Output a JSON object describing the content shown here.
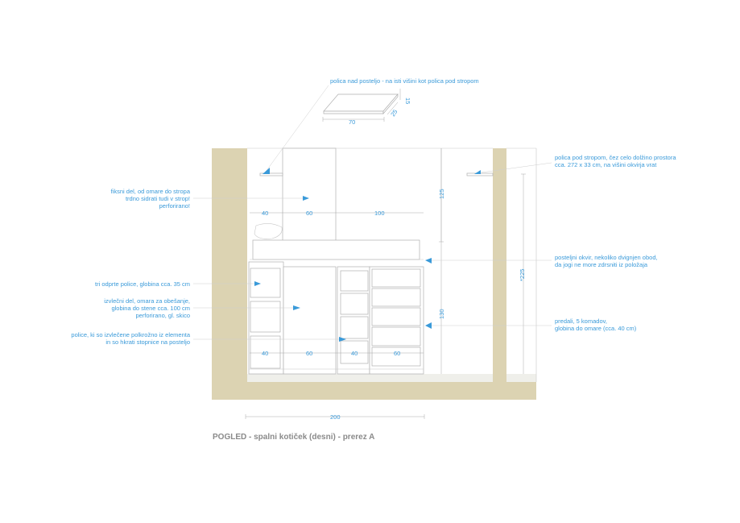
{
  "caption": "POGLED - spalni kotiček (desni) - prerez A",
  "notes": {
    "shelf_above_bed": "polica nad posteljo - na isti višini kot polica pod stropom",
    "fixed_part_1": "fiksni del, od omare do stropa",
    "fixed_part_2": "trdno sidrati tudi v strop!",
    "fixed_part_3": "perforirano!",
    "ceiling_shelf_1": "polica pod stropom, čez celo dolžino prostora",
    "ceiling_shelf_2": "cca. 272 x 33 cm, na višini okvirja vrat",
    "bed_frame_1": "posteljni okvir, nekoliko dvignjen obod,",
    "bed_frame_2": "da jogi ne more zdrsniti iz položaja",
    "open_shelves": "tri odprte police, globina cca. 35 cm",
    "pullout_1": "izvlečni del, omara za obešanje,",
    "pullout_2": "globina do stene cca. 100 cm",
    "pullout_3": "perforirano, gl. skico",
    "stairs_1": "police, ki so izvlečene polkrožno iz elementa",
    "stairs_2": "in so hkrati stopnice na posteljo",
    "drawers_1": "predali, 5 komadov,",
    "drawers_2": "globina do omare (cca. 40 cm)"
  },
  "dimensions": {
    "shelf_width": "70",
    "shelf_height": "15",
    "shelf_depth": "25",
    "upper_left": "40",
    "upper_mid": "60",
    "upper_right": "100",
    "upper_height": "125",
    "lower_1": "40",
    "lower_2": "60",
    "lower_3": "40",
    "lower_4": "60",
    "lower_height": "130",
    "total_height": "*225",
    "total_width": "200"
  },
  "colors": {
    "annotation": "#3a9ad9",
    "wall": "#dcd3b2",
    "caption": "#8a8a8a"
  }
}
